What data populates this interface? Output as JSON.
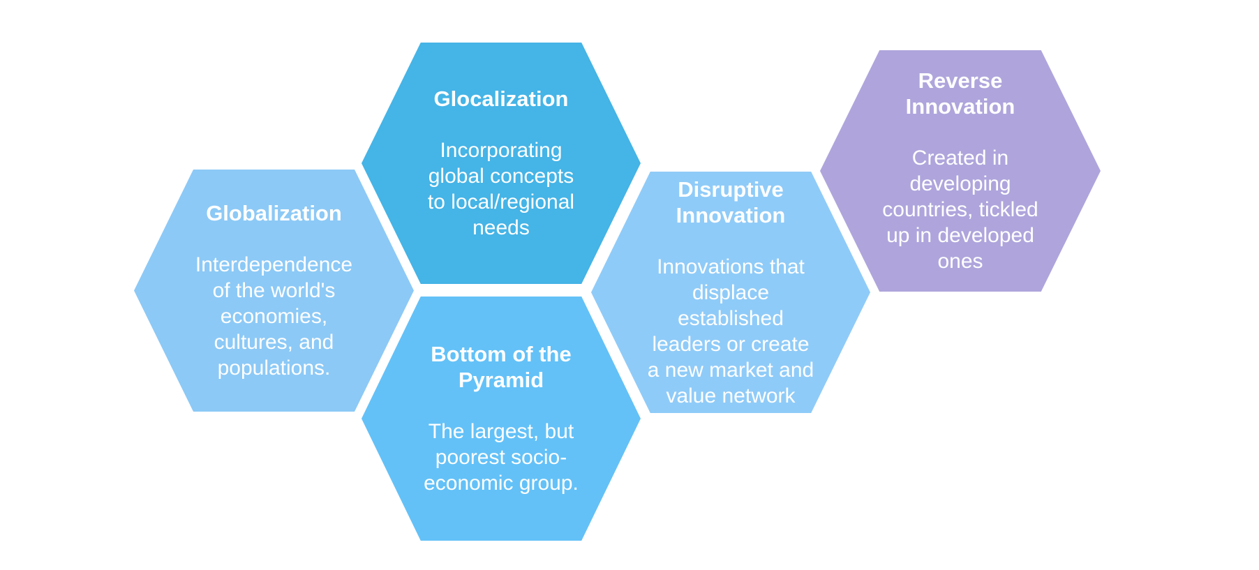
{
  "page": {
    "background": "#FFFFFF",
    "text_color": "#FFFFFF"
  },
  "diagram": {
    "nodes": [
      {
        "title": "Globalization",
        "body": "Interdependence\nof the world's\neconomies,\ncultures, and\npopulations.",
        "fill": "#8CC9F6"
      },
      {
        "title": "Glocalization",
        "body": "Incorporating\nglobal concepts\nto local/regional\nneeds",
        "fill": "#45B4E6"
      },
      {
        "title": "Bottom of the\nPyramid",
        "body": "The largest, but\npoorest socio-\neconomic group.",
        "fill": "#63C1F7"
      },
      {
        "title": "Disruptive\nInnovation",
        "body": "Innovations that\ndisplace\nestablished\nleaders or create\na new market and\nvalue network",
        "fill": "#8FCBF8"
      },
      {
        "title": "Reverse\nInnovation",
        "body": "Created in\ndeveloping\ncountries, tickled\nup in developed\nones",
        "fill": "#AFA5DC"
      }
    ]
  }
}
